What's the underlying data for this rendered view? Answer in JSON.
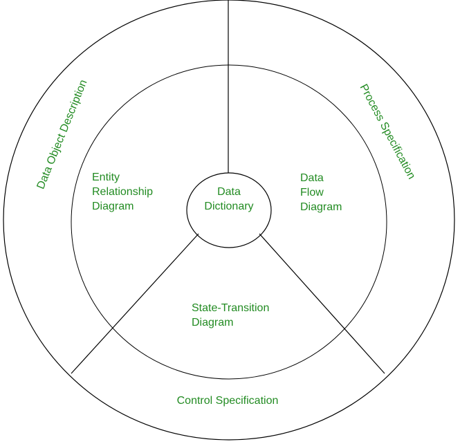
{
  "center": {
    "line1": "Data",
    "line2": "Dictionary"
  },
  "inner": {
    "erd": {
      "line1": "Entity",
      "line2": "Relationship",
      "line3": "Diagram"
    },
    "dfd": {
      "line1": "Data",
      "line2": "Flow",
      "line3": "Diagram"
    },
    "std": {
      "line1": "State-Transition",
      "line2": "Diagram"
    }
  },
  "outer": {
    "left": "Data Object Description",
    "right": "Process Specification",
    "bottom": "Control Specification"
  },
  "colors": {
    "text": "#228b22",
    "line": "#000000"
  }
}
